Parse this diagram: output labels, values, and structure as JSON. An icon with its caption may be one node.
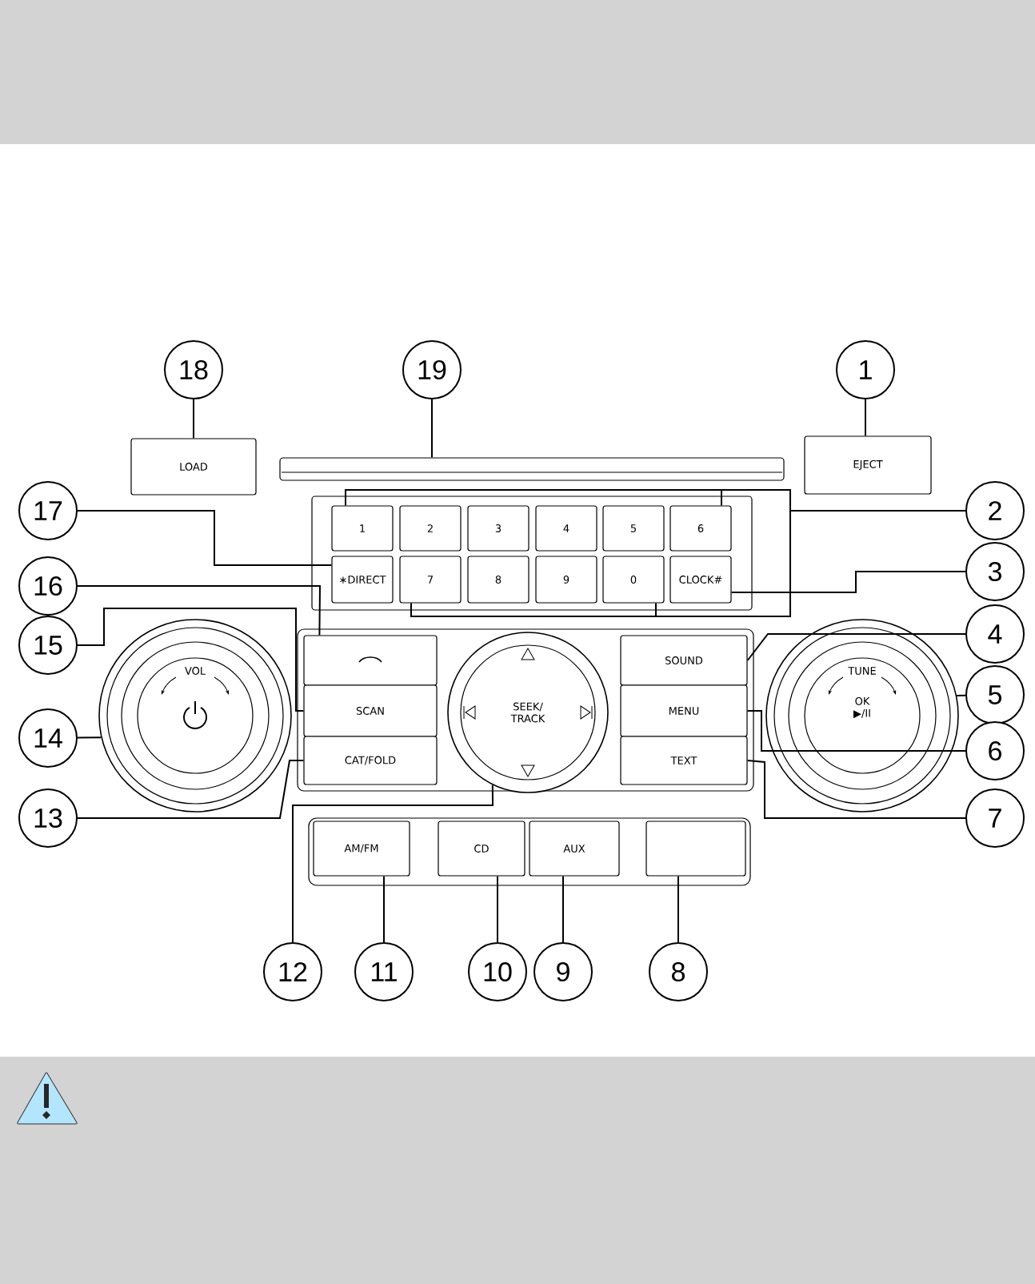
{
  "diagram": {
    "nodes": [
      {
        "text": [
          "18"
        ]
      },
      {
        "text": [
          "19"
        ]
      },
      {
        "text": [
          "1"
        ]
      },
      {
        "text": [
          "LOAD"
        ]
      },
      {
        "text": [],
        "shape": "bar"
      },
      {
        "text": [
          "EJECT"
        ]
      },
      {
        "text": [
          "17"
        ]
      },
      {
        "text": [
          "2"
        ]
      },
      {
        "text": [
          "1"
        ]
      },
      {
        "text": [
          "2"
        ]
      },
      {
        "text": [
          "3"
        ]
      },
      {
        "text": [
          "4"
        ]
      },
      {
        "text": [
          "5"
        ]
      },
      {
        "text": [
          "6"
        ]
      },
      {
        "text": [
          "∗DIRECT"
        ]
      },
      {
        "text": [
          "7"
        ]
      },
      {
        "text": [
          "8"
        ]
      },
      {
        "text": [
          "9"
        ]
      },
      {
        "text": [
          "0"
        ]
      },
      {
        "text": [
          "CLOCK#"
        ]
      },
      {
        "text": [
          "3"
        ]
      },
      {
        "text": [
          "16"
        ]
      },
      {
        "text": [
          "15"
        ]
      },
      {
        "text": [
          "4"
        ]
      },
      {
        "text": [],
        "shape": "box"
      },
      {
        "text": [
          "SOUND"
        ]
      },
      {
        "text": [
          "VOL"
        ]
      },
      {
        "text": [
          "SCAN"
        ]
      },
      {
        "text": [
          "SEEK/ TRACK"
        ]
      },
      {
        "text": [
          "MENU"
        ]
      },
      {
        "text": [
          "TUNE",
          "OK ▶/II"
        ]
      },
      {
        "text": [
          "14"
        ]
      },
      {
        "text": [
          "5"
        ]
      },
      {
        "text": [
          "CAT/FOLD"
        ]
      },
      {
        "text": [
          "TEXT"
        ]
      },
      {
        "text": [
          "6"
        ]
      },
      {
        "text": [
          "13"
        ]
      },
      {
        "text": [
          "7"
        ]
      },
      {
        "text": [
          "AM/FM"
        ]
      },
      {
        "text": [
          "CD"
        ]
      },
      {
        "text": [
          "AUX"
        ]
      },
      {
        "text": [],
        "shape": "box"
      },
      {
        "text": [
          "12"
        ]
      },
      {
        "text": [
          "11"
        ]
      },
      {
        "text": [
          "10"
        ]
      },
      {
        "text": [
          "9"
        ]
      },
      {
        "text": [
          "8"
        ]
      }
    ],
    "edges": [
      {
        "from": 0,
        "to": 3,
        "arrow": "none"
      },
      {
        "from": 1,
        "to": 4,
        "arrow": "none"
      },
      {
        "from": 2,
        "to": 5,
        "arrow": "none"
      },
      {
        "from": 7,
        "to": 8,
        "arrow": "none"
      },
      {
        "from": 7,
        "to": 13,
        "arrow": "none"
      },
      {
        "from": 7,
        "to": 15,
        "arrow": "none"
      },
      {
        "from": 7,
        "to": 18,
        "arrow": "none"
      },
      {
        "from": 20,
        "to": 19,
        "arrow": "none"
      },
      {
        "from": 6,
        "to": 14,
        "arrow": "none"
      },
      {
        "from": 21,
        "to": 24,
        "arrow": "none"
      },
      {
        "from": 22,
        "to": 27,
        "arrow": "none"
      },
      {
        "from": 31,
        "to": 26,
        "arrow": "none"
      },
      {
        "from": 36,
        "to": 33,
        "arrow": "none"
      },
      {
        "from": 42,
        "to": 28,
        "arrow": "none"
      },
      {
        "from": 23,
        "to": 25,
        "arrow": "none"
      },
      {
        "from": 32,
        "to": 30,
        "arrow": "none"
      },
      {
        "from": 35,
        "to": 29,
        "arrow": "none"
      },
      {
        "from": 37,
        "to": 34,
        "arrow": "none"
      },
      {
        "from": 43,
        "to": 38,
        "arrow": "none"
      },
      {
        "from": 44,
        "to": 39,
        "arrow": "none"
      },
      {
        "from": 45,
        "to": 40,
        "arrow": "none"
      },
      {
        "from": 46,
        "to": 41,
        "arrow": "none"
      }
    ]
  }
}
